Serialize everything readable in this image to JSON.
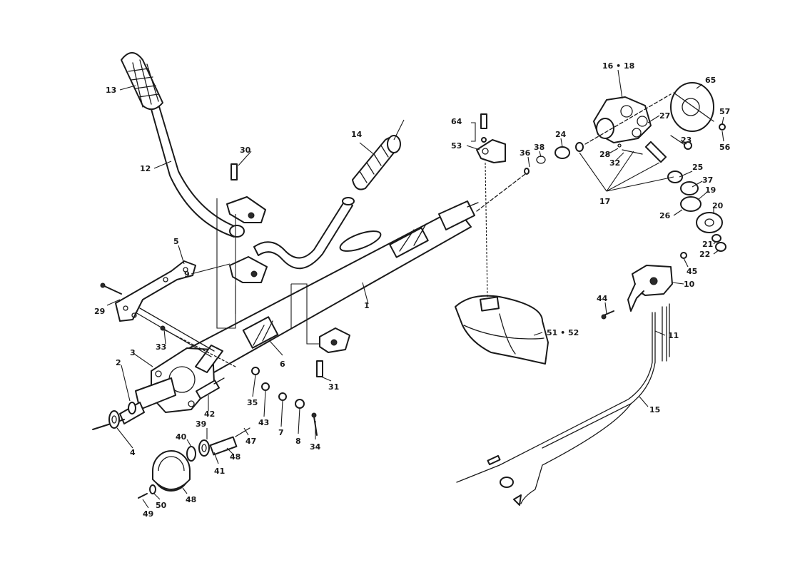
{
  "labels": {
    "l1": "1",
    "l2": "2",
    "l3": "3",
    "l4": "4",
    "l5": "5",
    "l6": "6",
    "l7": "7",
    "l8": "8",
    "l9": "9",
    "l10": "10",
    "l11": "11",
    "l12": "12",
    "l13": "13",
    "l14": "14",
    "l15": "15",
    "l16": "16 • 18",
    "l17": "17",
    "l19": "19",
    "l20": "20",
    "l21": "21",
    "l22": "22",
    "l23": "23",
    "l24": "24",
    "l25": "25",
    "l26": "26",
    "l27": "27",
    "l28": "28",
    "l29": "29",
    "l30": "30",
    "l31": "31",
    "l32": "32",
    "l33": "33",
    "l34": "34",
    "l35": "35",
    "l36": "36",
    "l37": "37",
    "l38": "38",
    "l39": "39",
    "l40": "40",
    "l41": "41",
    "l42": "42",
    "l43": "43",
    "l44": "44",
    "l45": "45",
    "l47": "47",
    "l48a": "48",
    "l48b": "48",
    "l49": "49",
    "l50": "50",
    "l51": "51 • 52",
    "l53": "53",
    "l56": "56",
    "l57": "57",
    "l64": "64",
    "l65": "65"
  }
}
